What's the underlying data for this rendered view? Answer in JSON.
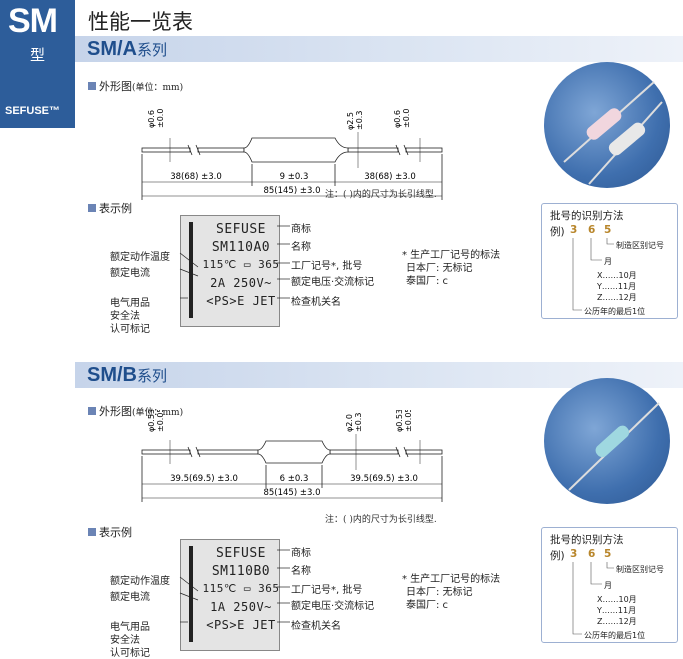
{
  "brand": {
    "series": "SM",
    "type": "型",
    "logo": "SEFUSE™"
  },
  "page_title": "性能一览表",
  "unit_label": "(单位：mm)",
  "colors": {
    "brand_blue": "#2d5d9a",
    "banner_text": "#1f4e8c",
    "banner_bg": "#c6d4ea"
  },
  "sections": [
    {
      "title": "SM/A",
      "title_suffix": "系列",
      "outline_label": "外形图",
      "dims": {
        "lead_dia": "φ0.6",
        "lead_dia_tol": "±0.05",
        "body_dia": "φ2.5",
        "body_dia_tol": "±0.3",
        "lead_left": "38(68) ±3.0",
        "body_len": "9 ±0.3",
        "lead_right": "38(68) ±3.0",
        "total": "85(145) ±3.0"
      },
      "note": "注：( )内的尺寸为长引线型.",
      "marking_label": "表示例",
      "marking": [
        "SEFUSE",
        "SM110A0",
        "115℃ ▭ 365",
        "2A  250V~",
        "<PS>E JET"
      ],
      "left_labels": [
        "额定动作温度",
        "额定电流",
        "电气用品",
        "安全法",
        "认可标记"
      ],
      "right_labels": [
        "商标",
        "名称",
        "工厂记号*, 批号",
        "额定电压·交流标记",
        "检查机关名"
      ],
      "factory_note": [
        "* 生产工厂记号的标法",
        "日本厂: 无标记",
        "泰国厂: c"
      ],
      "lot": {
        "title": "批号的识别方法",
        "example_prefix": "例)",
        "digits": [
          "3",
          "6",
          "5"
        ],
        "region": "制造区别记号",
        "month": "月",
        "months": [
          "X……10月",
          "Y……11月",
          "Z……12月"
        ],
        "year": "公历年的最后1位"
      }
    },
    {
      "title": "SM/B",
      "title_suffix": "系列",
      "outline_label": "外形图",
      "dims": {
        "lead_dia": "φ0.53",
        "lead_dia_tol": "±0.05",
        "body_dia": "φ2.0",
        "body_dia_tol": "±0.3",
        "lead_dia_r": "φ0.53",
        "lead_dia_r_tol": "±0.05",
        "lead_left": "39.5(69.5) ±3.0",
        "body_len": "6 ±0.3",
        "lead_right": "39.5(69.5) ±3.0",
        "total": "85(145) ±3.0"
      },
      "note": "注：( )内的尺寸为长引线型.",
      "marking_label": "表示例",
      "marking": [
        "SEFUSE",
        "SM110B0",
        "115℃ ▭ 365",
        "1A  250V~",
        "<PS>E JET"
      ],
      "left_labels": [
        "额定动作温度",
        "额定电流",
        "电气用品",
        "安全法",
        "认可标记"
      ],
      "right_labels": [
        "商标",
        "名称",
        "工厂记号*, 批号",
        "额定电压·交流标记",
        "检查机关名"
      ],
      "factory_note": [
        "* 生产工厂记号的标法",
        "日本厂: 无标记",
        "泰国厂: c"
      ],
      "lot": {
        "title": "批号的识别方法",
        "example_prefix": "例)",
        "digits": [
          "3",
          "6",
          "5"
        ],
        "region": "制造区别记号",
        "month": "月",
        "months": [
          "X……10月",
          "Y……11月",
          "Z……12月"
        ],
        "year": "公历年的最后1位"
      }
    }
  ]
}
